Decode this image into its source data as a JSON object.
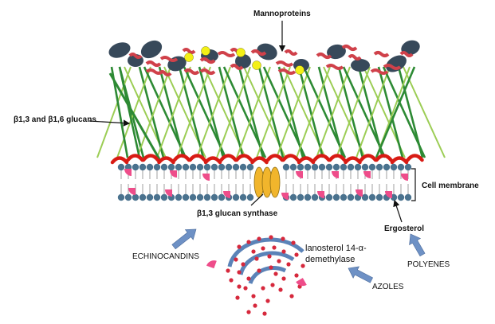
{
  "labels": {
    "mannoproteins": "Mannoproteins",
    "glucans": "β1,3 and β1,6 glucans",
    "cell_membrane": "Cell membrane",
    "glucan_synthase": "β1,3 glucan synthase",
    "ergosterol": "Ergosterol",
    "echinocandins": "ECHINOCANDINS",
    "polyenes": "POLYENES",
    "azoles": "AZOLES",
    "lanosterol_line1": "lanosterol 14-α-",
    "lanosterol_line2": "demethylase"
  },
  "colors": {
    "mannoprotein": "#37495a",
    "yellow_sphere": "#f3f016",
    "mannan_chain": "#d0414a",
    "glucan_dark": "#2d8a34",
    "glucan_light": "#9ccd55",
    "chitin": "#d81b14",
    "lipid_head": "#4a728e",
    "ergosterol": "#ee4d8a",
    "synthase": "#f1b52c",
    "arrow_fill": "#6e91c5",
    "er_membrane": "#5b83b8",
    "er_dots": "#d6283c",
    "text": "#111111"
  },
  "icons": [
    "arrow-icon",
    "glucan-synthase-icon",
    "endoplasmic-reticulum-icon"
  ]
}
